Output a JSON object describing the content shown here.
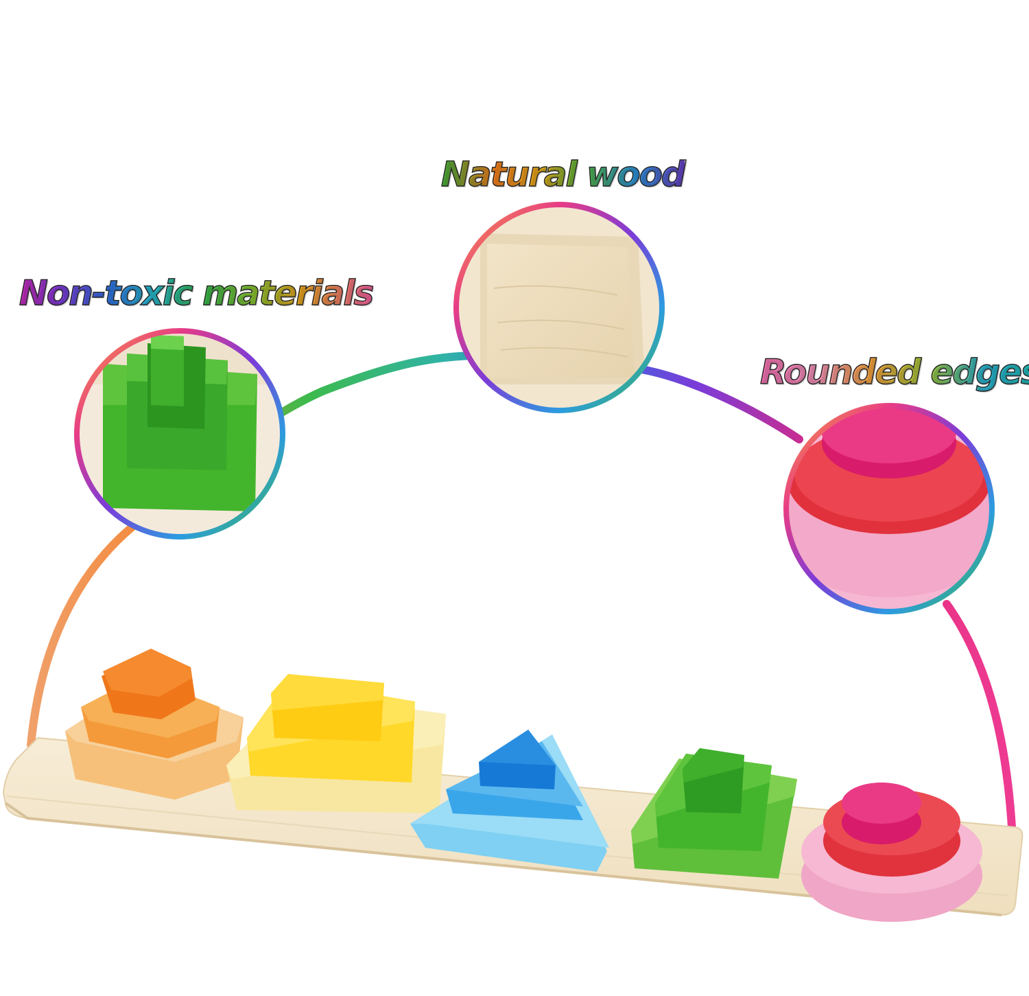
{
  "labels": {
    "nontoxic": "Non-toxic materials",
    "wood": "Natural wood",
    "edges": "Rounded edges"
  },
  "colors": {
    "background": "#ffffff",
    "wood_light": "#f4e6cc",
    "wood_edge": "#e2cfa8",
    "pentagon_orange": "#f57f1f",
    "square_yellow": "#ffd21f",
    "triangle_blue": "#1c8de6",
    "rectangle_green": "#43b52c",
    "circle_pink": "#e83c86"
  }
}
